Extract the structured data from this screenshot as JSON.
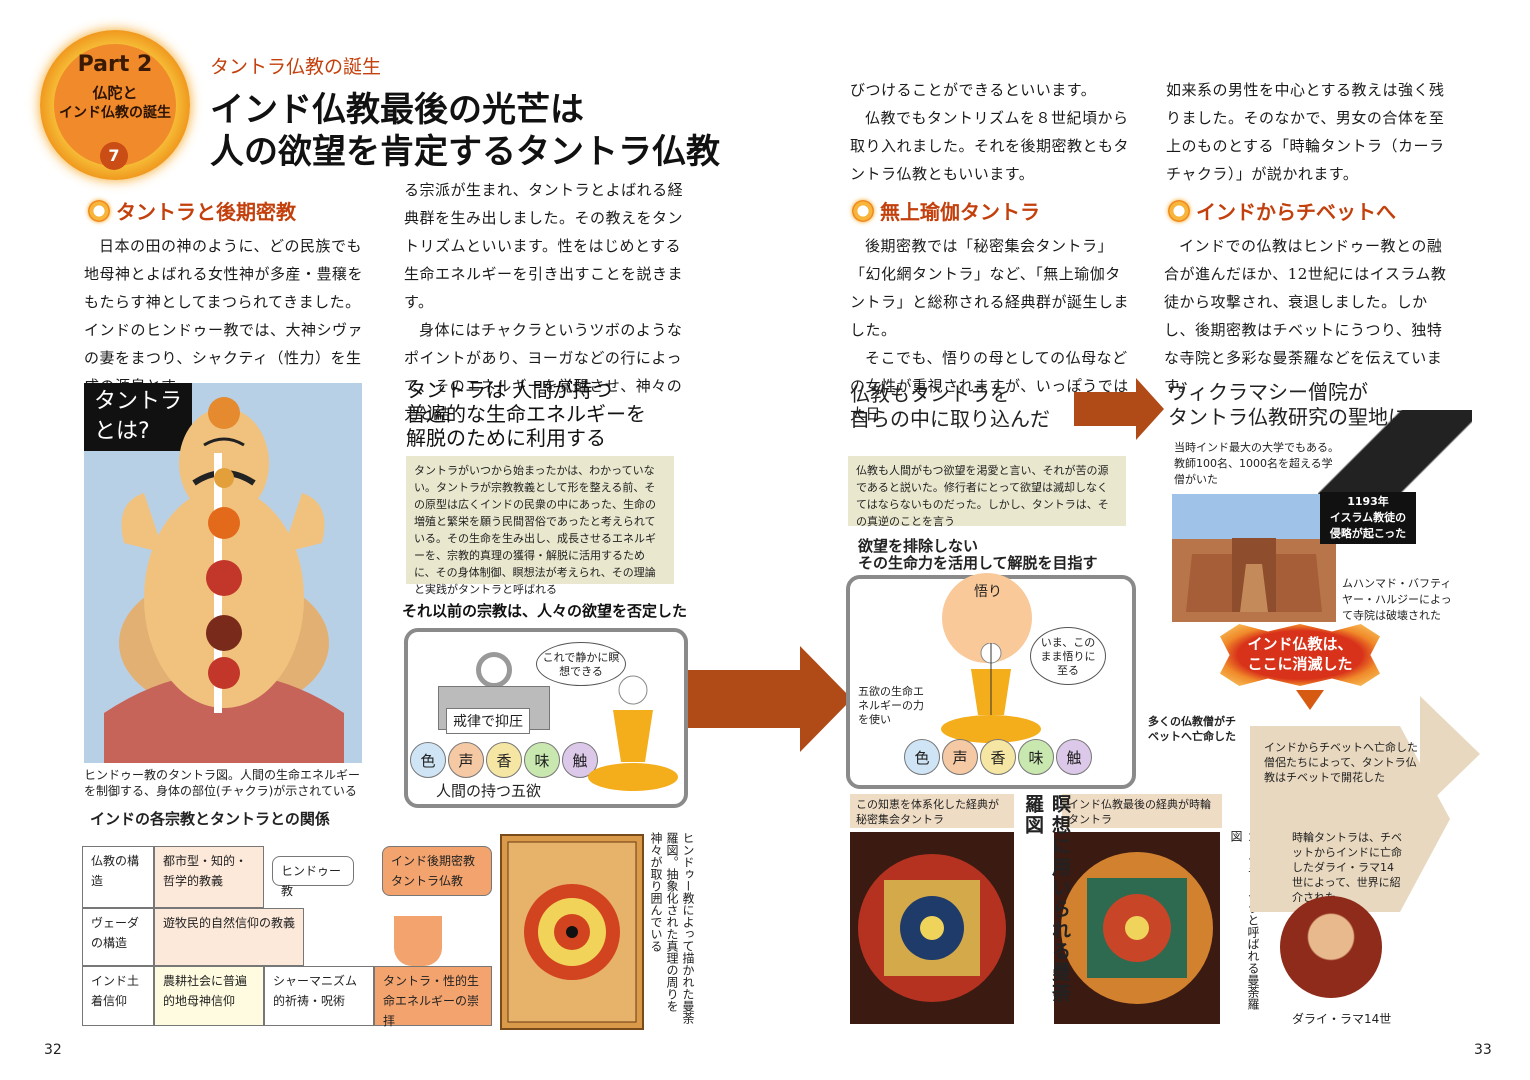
{
  "part_badge": {
    "part": "Part 2",
    "line1": "仏陀と",
    "line2": "インド仏教の誕生",
    "number": "7"
  },
  "title": {
    "kicker": "タントラ仏教の誕生",
    "line1": "インド仏教最後の光芒は",
    "line2": "人の欲望を肯定するタントラ仏教"
  },
  "sections": {
    "s1": {
      "heading": "タントラと後期密教",
      "col1": [
        "日本の田の神のように、どの民族でも地母神とよばれる女性神が多産・豊穣をもたらす神としてまつられてきました。インドのヒンドゥー教では、大神シヴァの妻をまつり、シャクティ（性力）を生成の源泉とす"
      ],
      "col2": [
        "る宗派が生まれ、タントラとよばれる経典群を生み出しました。その教えをタントリズムといいます。性をはじめとする生命エネルギーを引き出すことを説きます。",
        "身体にはチャクラというツボのようなポイントがあり、ヨーガなどの行によって、そのエネルギーを覚醒させ、神々の力と結"
      ]
    },
    "s2": {
      "lead": [
        "びつけることができるといいます。",
        "仏教でもタントリズムを８世紀頃から取り入れました。それを後期密教ともタントラ仏教ともいいます。"
      ],
      "heading": "無上瑜伽タントラ",
      "body": [
        "後期密教では「秘密集会タントラ」「幻化網タントラ」など、「無上瑜伽タントラ」と総称される経典群が誕生しました。",
        "そこでも、悟りの母としての仏母などの女性が重視されますが、いっぽうでは大日"
      ]
    },
    "s3": {
      "lead": [
        "如来系の男性を中心とする教えは強く残りました。そのなかで、男女の合体を至上のものとする「時輪タントラ（カーラチャクラ）」が説かれます。"
      ],
      "heading": "インドからチベットへ",
      "body": [
        "インドでの仏教はヒンドゥー教との融合が進んだほか、12世紀にはイスラム教徒から攻撃され、衰退しました。しかし、後期密教はチベットにうつり、独特な寺院と多彩な曼荼羅などを伝えています。"
      ]
    }
  },
  "fig_tantra": {
    "label_line1": "タントラ",
    "label_line2": "とは?",
    "caption": "ヒンドゥー教のタントラ図。人間の生命エネルギーを制御する、身体の部位(チャクラ)が示されている"
  },
  "tantra_def": {
    "heading1": "タントラは 人間が持つ",
    "heading2": "普遍的な生命エネルギーを",
    "heading3": "解脱のために利用する",
    "box": "タントラがいつから始まったかは、わかっていない。タントラが宗教教義として形を整える前、その原型は広くインドの民衆の中にあった、生命の増殖と繁栄を願う民間習俗であったと考えられている。その生命を生み出し、成長させるエネルギーを、宗教的真理の獲得・解脱に活用するために、その身体制御、瞑想法が考えられ、その理論と実践がタントラと呼ばれる"
  },
  "diagram_old": {
    "heading": "それ以前の宗教は、人々の欲望を否定した",
    "bubble": "これで静かに瞑想できる",
    "weight_label": "戒律で抑圧",
    "senses": [
      "色",
      "声",
      "香",
      "味",
      "触"
    ],
    "senses_label": "人間の持つ五欲"
  },
  "diagram_new": {
    "top1": "仏教もタントラを",
    "top2": "自らの中に取り込んだ",
    "box": "仏教も人間がもつ欲望を渇愛と言い、それが苦の源であると説いた。修行者にとって欲望は滅却しなくてはならないものだった。しかし、タントラは、その真逆のことを言う",
    "heading1": "欲望を排除しない",
    "heading2": "その生命力を活用して解脱を目指す",
    "satori": "悟り",
    "bubble": "いま、このまま悟りに至る",
    "side_label": "五欲の生命エネルギーの力を使い",
    "senses": [
      "色",
      "声",
      "香",
      "味",
      "触"
    ]
  },
  "relation_table": {
    "heading": "インドの各宗教とタントラとの関係",
    "rows": [
      {
        "label": "仏教の構造",
        "c1": "都市型・知的・哲学的教義"
      },
      {
        "label": "ヴェーダの構造",
        "c1": "遊牧民的自然信仰の教義"
      },
      {
        "label": "インド土着信仰",
        "c1": "農耕社会に普遍的地母神信仰",
        "c2": "シャーマニズム的祈祷・呪術",
        "c3": "タントラ・性的生命エネルギーの崇拝"
      }
    ],
    "hindu": "ヒンドゥー教",
    "late_line1": "インド後期密教",
    "late_line2": "タントラ仏教"
  },
  "mandala_hindu_caption": "ヒンドゥー教によって描かれた曼荼羅図。抽象化された真理の周りを神々が取り囲んでいる",
  "mandala_row": {
    "left_caption": "この知恵を体系化した経典が秘密集会タントラ",
    "right_caption": "インド仏教最後の経典が時輪タントラ",
    "vertical_title": "瞑想に用いられる曼荼羅図",
    "kala_caption": "カーラチャクラと呼ばれる曼荼羅図"
  },
  "vikramashila": {
    "heading1": "ヴィクラマシー僧院が",
    "heading2": "タントラ仏教研究の聖地に",
    "note": "当時インド最大の大学でもある。教師100名、1000名を超える学僧がいた",
    "year": "1193年",
    "year_text1": "イスラム教徒の",
    "year_text2": "侵略が起こった",
    "destroy": "ムハンマド・バフティヤー・ハルジーによって寺院は破壊された",
    "burst1": "インド仏教は、",
    "burst2": "ここに消滅した",
    "monks": "多くの仏教僧がチベットへ亡命した",
    "tibet": "インドからチベットへ亡命した僧侶たちによって、タントラ仏教はチベットで開花した",
    "kala": "時輪タントラは、チベットからインドに亡命したダライ・ラマ14世によって、世界に紹介された",
    "dalai": "ダライ・ラマ14世"
  },
  "page_numbers": {
    "left": "32",
    "right": "33"
  },
  "colors": {
    "accent": "#c3400c",
    "arrow": "#b04a17",
    "beige": "#e9e8cf",
    "tan": "#e8d8bf",
    "orange_table": "#f3a36d"
  }
}
